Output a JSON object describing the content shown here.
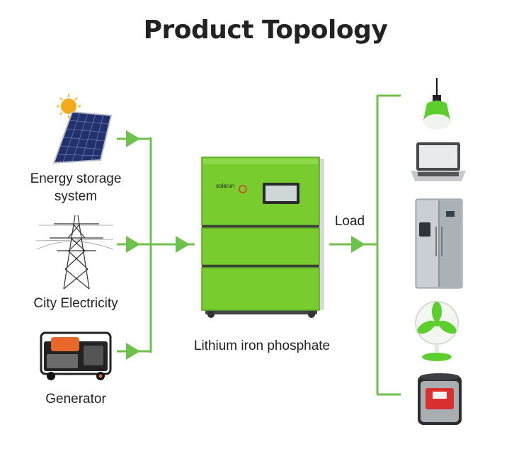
{
  "title": "Product Topology",
  "sources": [
    {
      "label_line1": "Energy storage",
      "label_line2": "system",
      "icon": "solar-panel-icon"
    },
    {
      "label": "City Electricity",
      "icon": "power-tower-icon"
    },
    {
      "label": "Generator",
      "icon": "generator-icon"
    }
  ],
  "battery": {
    "brand": "solarun",
    "label": "Lithium iron phosphate",
    "icon": "battery-cabinet-icon"
  },
  "load": {
    "label": "Load",
    "items": [
      {
        "icon": "bulb-icon"
      },
      {
        "icon": "laptop-icon"
      },
      {
        "icon": "refrigerator-icon"
      },
      {
        "icon": "fan-icon"
      },
      {
        "icon": "rice-cooker-icon"
      }
    ]
  },
  "colors": {
    "line": "#6cc24a",
    "battery_green": "#79cc2d",
    "battery_dark": "#4e9a1c",
    "frame": "#cfd3d6",
    "text": "#222222"
  }
}
